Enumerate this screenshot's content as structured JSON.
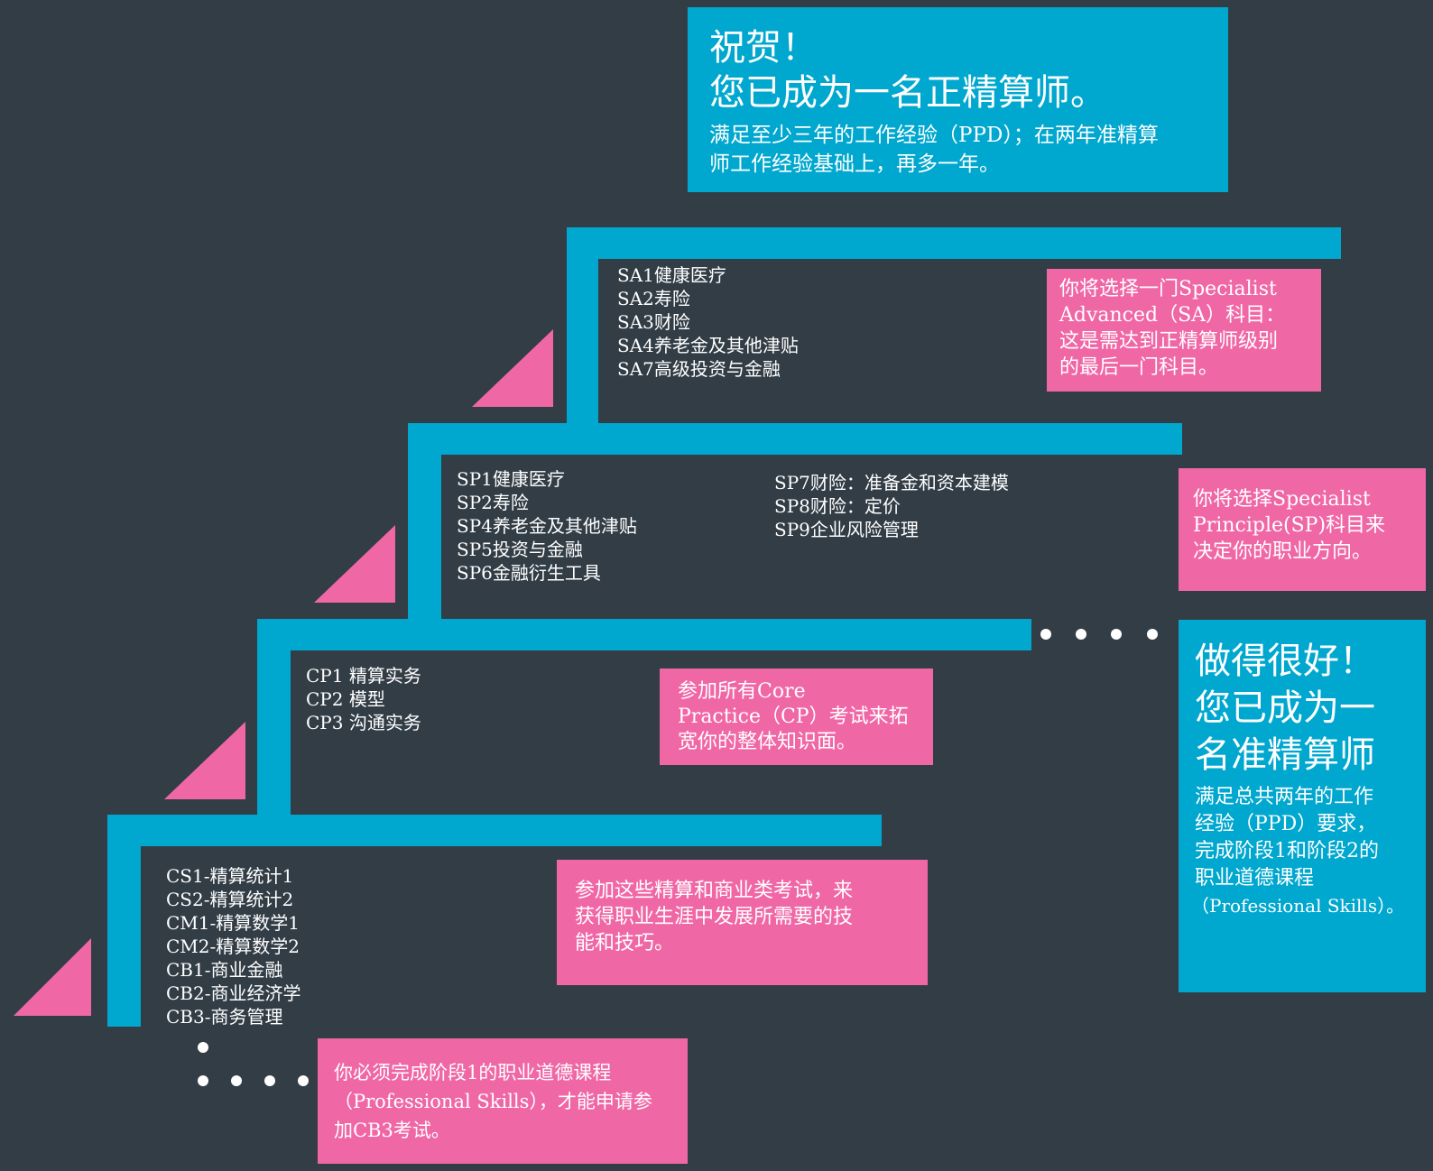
{
  "colors": {
    "background": "#323d46",
    "step_bar": "#00a7cf",
    "pink_note": "#f067a6",
    "text": "#ffffff"
  },
  "fellow_box": {
    "title_line1": "祝贺！",
    "title_line2": "您已成为一名正精算师。",
    "body_line1": "满足至少三年的工作经验（PPD）；在两年准精算",
    "body_line2": "师工作经验基础上，再多一年。"
  },
  "associate_box": {
    "title_line1": "做得很好！",
    "title_line2": "您已成为一",
    "title_line3": "名准精算师",
    "body_line1": "满足总共两年的工作",
    "body_line2": "经验（PPD）要求，",
    "body_line3": "完成阶段1和阶段2的",
    "body_line4": "职业道德课程",
    "body_line5": "（Professional Skills）。"
  },
  "sa_step": {
    "subjects": [
      "SA1健康医疗",
      "SA2寿险",
      "SA3财险",
      "SA4养老金及其他津贴",
      "SA7高级投资与金融"
    ],
    "note_lines": [
      "你将选择一门Specialist",
      "Advanced（SA）科目：",
      "这是需达到正精算师级别",
      "的最后一门科目。"
    ]
  },
  "sp_step": {
    "subjects_left": [
      "SP1健康医疗",
      "SP2寿险",
      "SP4养老金及其他津贴",
      "SP5投资与金融",
      "SP6金融衍生工具"
    ],
    "subjects_right": [
      "SP7财险：准备金和资本建模",
      "SP8财险：定价",
      "SP9企业风险管理"
    ],
    "note_lines": [
      "你将选择Specialist",
      "Principle(SP)科目来",
      "决定你的职业方向。"
    ]
  },
  "cp_step": {
    "subjects": [
      "CP1 精算实务",
      "CP2 模型",
      "CP3 沟通实务"
    ],
    "note_lines": [
      "参加所有Core",
      "Practice（CP）考试来拓",
      "宽你的整体知识面。"
    ]
  },
  "core_step": {
    "subjects": [
      "CS1-精算统计1",
      "CS2-精算统计2",
      "CM1-精算数学1",
      "CM2-精算数学2",
      "CB1-商业金融",
      "CB2-商业经济学",
      "CB3-商务管理"
    ],
    "note_lines": [
      "参加这些精算和商业类考试，来",
      "获得职业生涯中发展所需要的技",
      "能和技巧。"
    ]
  },
  "professional_skills_note": {
    "lines": [
      "你必须完成阶段1的职业道德课程",
      "（Professional Skills），才能申请参",
      "加CB3考试。"
    ]
  }
}
